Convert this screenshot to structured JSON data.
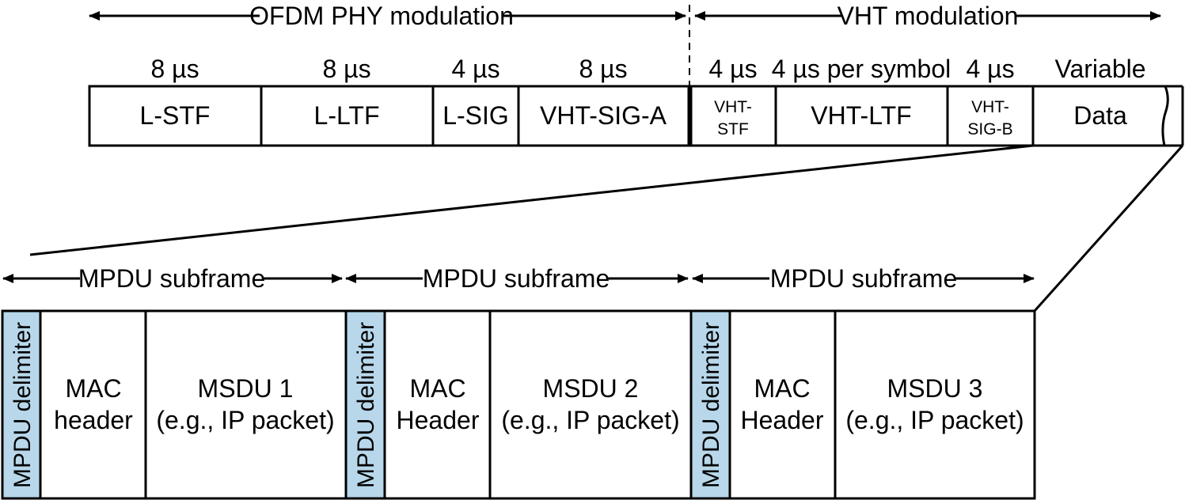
{
  "header": {
    "ofdm_label": "OFDM PHY modulation",
    "vht_label": "VHT modulation"
  },
  "durations": {
    "lstf": "8 µs",
    "lltf": "8 µs",
    "lsig": "4 µs",
    "vhtsiga": "8 µs",
    "vhtstf": "4 µs",
    "vhtltf": "4 µs per symbol",
    "vhtsigb": "4 µs",
    "data": "Variable"
  },
  "fields": {
    "lstf": "L-STF",
    "lltf": "L-LTF",
    "lsig": "L-SIG",
    "vhtsiga": "VHT-SIG-A",
    "vhtstf_line1": "VHT-",
    "vhtstf_line2": "STF",
    "vhtltf": "VHT-LTF",
    "vhtsigb_line1": "VHT-",
    "vhtsigb_line2": "SIG-B",
    "data": "Data"
  },
  "subframes": [
    {
      "span_label": "MPDU subframe",
      "delimiter": "MPDU delimiter",
      "mac_line1": "MAC",
      "mac_line2": "header",
      "msdu_line1": "MSDU 1",
      "msdu_line2": "(e.g., IP packet)"
    },
    {
      "span_label": "MPDU subframe",
      "delimiter": "MPDU delimiter",
      "mac_line1": "MAC",
      "mac_line2": "Header",
      "msdu_line1": "MSDU 2",
      "msdu_line2": "(e.g., IP packet)"
    },
    {
      "span_label": "MPDU subframe",
      "delimiter": "MPDU delimiter",
      "mac_line1": "MAC",
      "mac_line2": "Header",
      "msdu_line1": "MSDU 3",
      "msdu_line2": "(e.g., IP packet)"
    }
  ],
  "colors": {
    "delimiter_fill": "#b8d7ea",
    "stroke": "#000000"
  }
}
